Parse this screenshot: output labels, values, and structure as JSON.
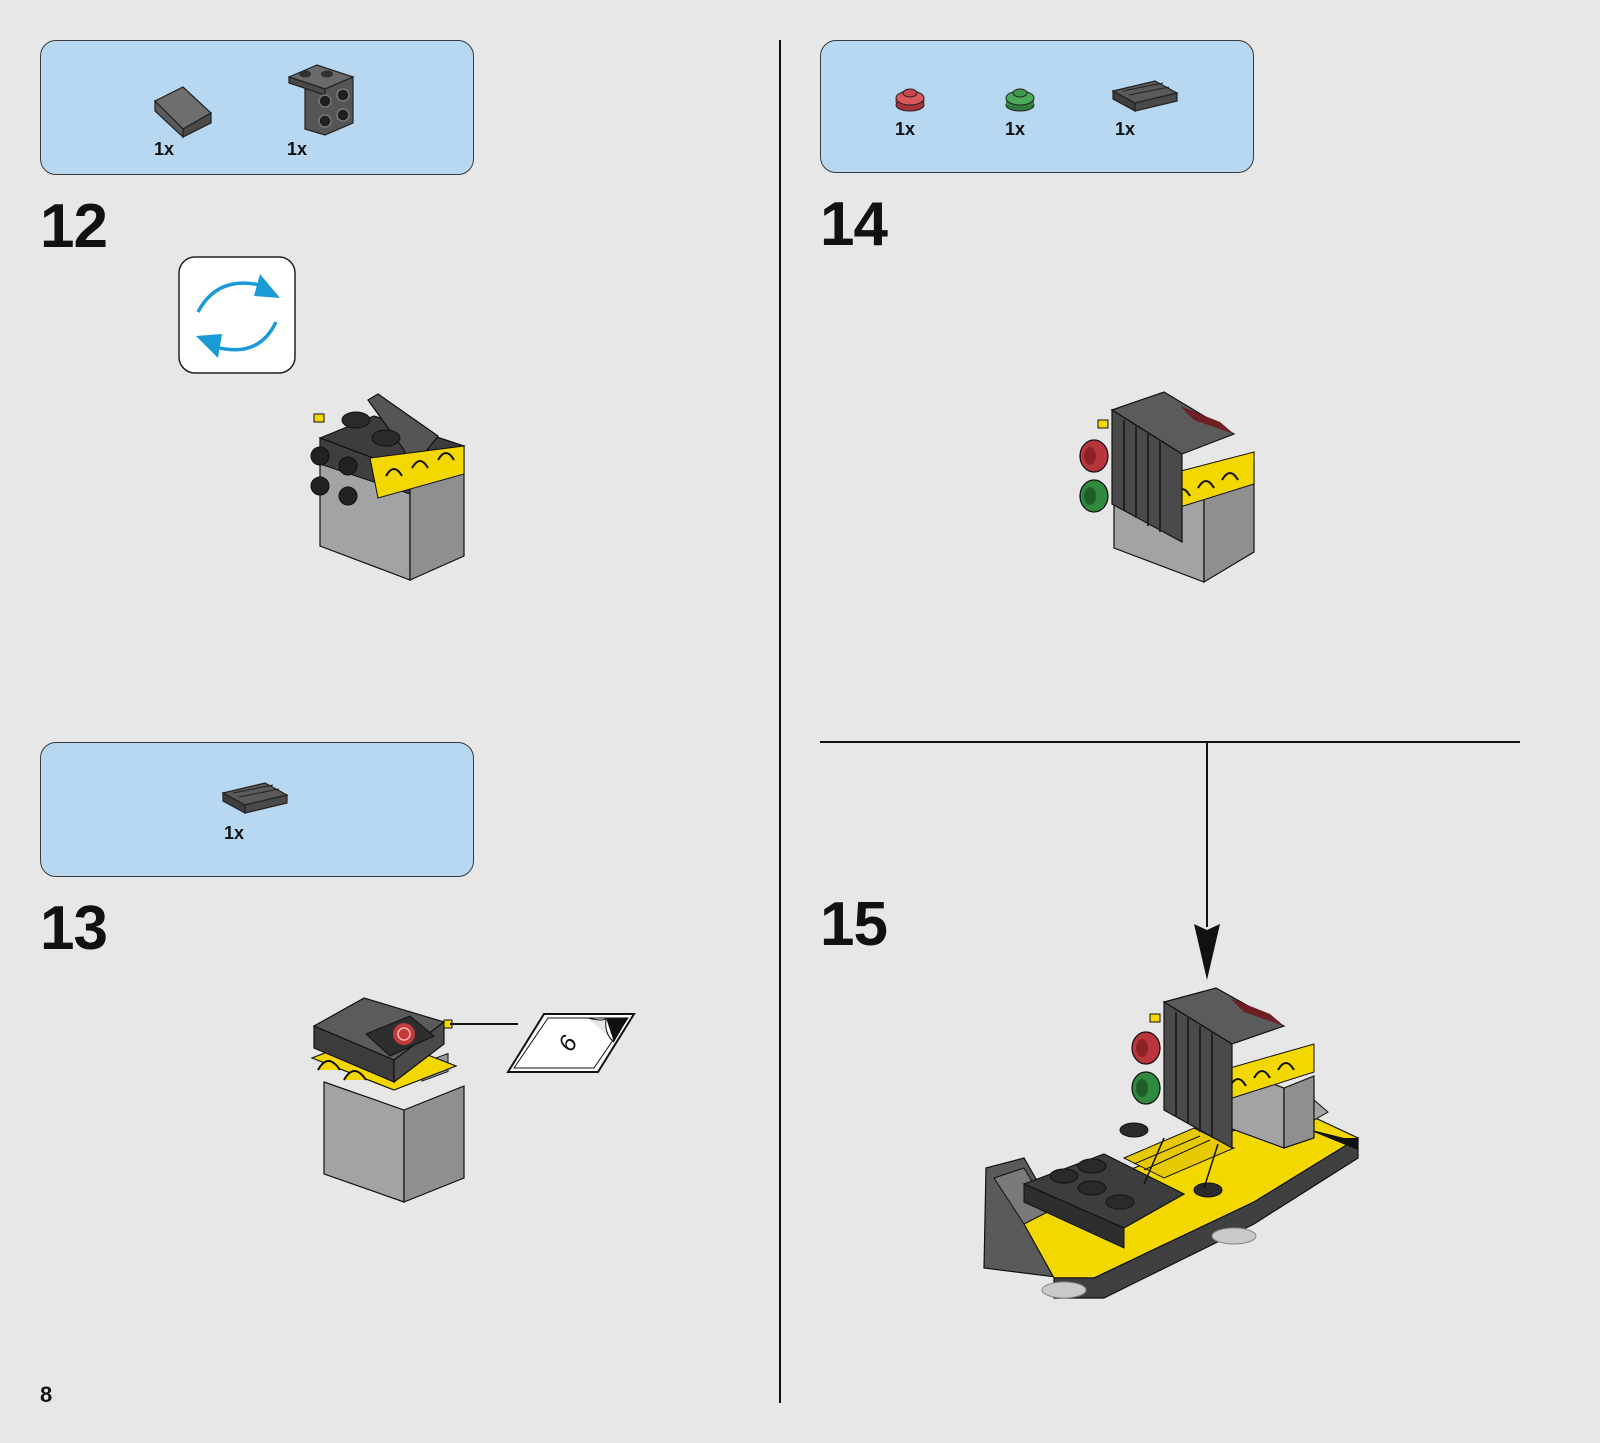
{
  "page": {
    "number": "8"
  },
  "steps": [
    {
      "number": "12",
      "parts": [
        {
          "qty": "1x",
          "icon": "slope-brick-icon",
          "color": "#6b6b6b"
        },
        {
          "qty": "1x",
          "icon": "bracket-plate-icon",
          "color": "#5a5a5a"
        }
      ],
      "rotate_icon": "rotate-model-icon"
    },
    {
      "number": "13",
      "parts": [
        {
          "qty": "1x",
          "icon": "grille-tile-icon",
          "color": "#4a4a4a"
        }
      ],
      "sticker": {
        "label": "6",
        "icon": "sticker-sheet-icon"
      }
    },
    {
      "number": "14",
      "parts": [
        {
          "qty": "1x",
          "icon": "round-plate-red-icon",
          "color": "#c9474d"
        },
        {
          "qty": "1x",
          "icon": "round-plate-green-icon",
          "color": "#3f9a50"
        },
        {
          "qty": "1x",
          "icon": "grille-tile-icon",
          "color": "#4a4a4a"
        }
      ]
    },
    {
      "number": "15",
      "parts": []
    }
  ],
  "colors": {
    "background": "#e6e7e6",
    "parts_box": "#b8d8f2",
    "rotate_arrow": "#1a9ad6",
    "brick_yellow": "#f3d800",
    "brick_gray": "#a0a0a0",
    "brick_dark": "#4d4d4d"
  }
}
